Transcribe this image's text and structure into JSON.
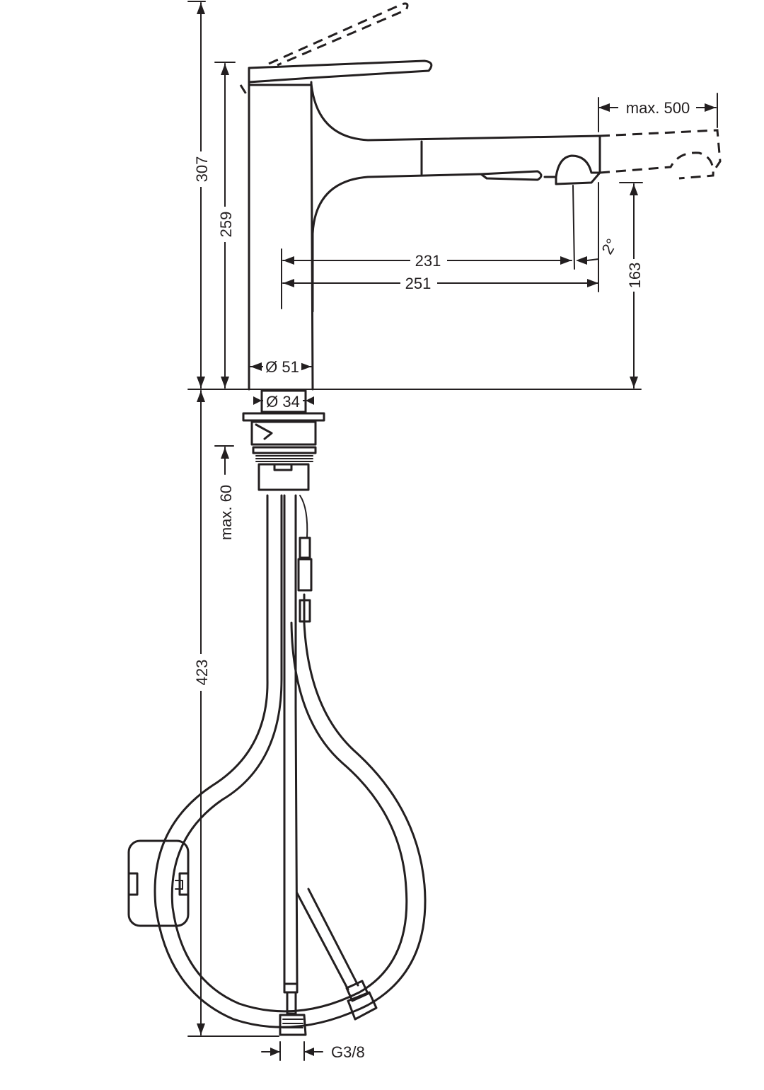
{
  "dimensions": {
    "height_total": "307",
    "height_to_handle": "259",
    "spout_reach_short": "231",
    "spout_reach_long": "251",
    "pullout_max": "max. 500",
    "outlet_height": "163",
    "angle": "2°",
    "body_diameter": "Ø 51",
    "shank_diameter": "Ø 34",
    "countertop_max": "max. 60",
    "below_counter": "423",
    "connection_thread": "G3/8"
  },
  "colors": {
    "line": "#231f20",
    "background": "#ffffff"
  }
}
